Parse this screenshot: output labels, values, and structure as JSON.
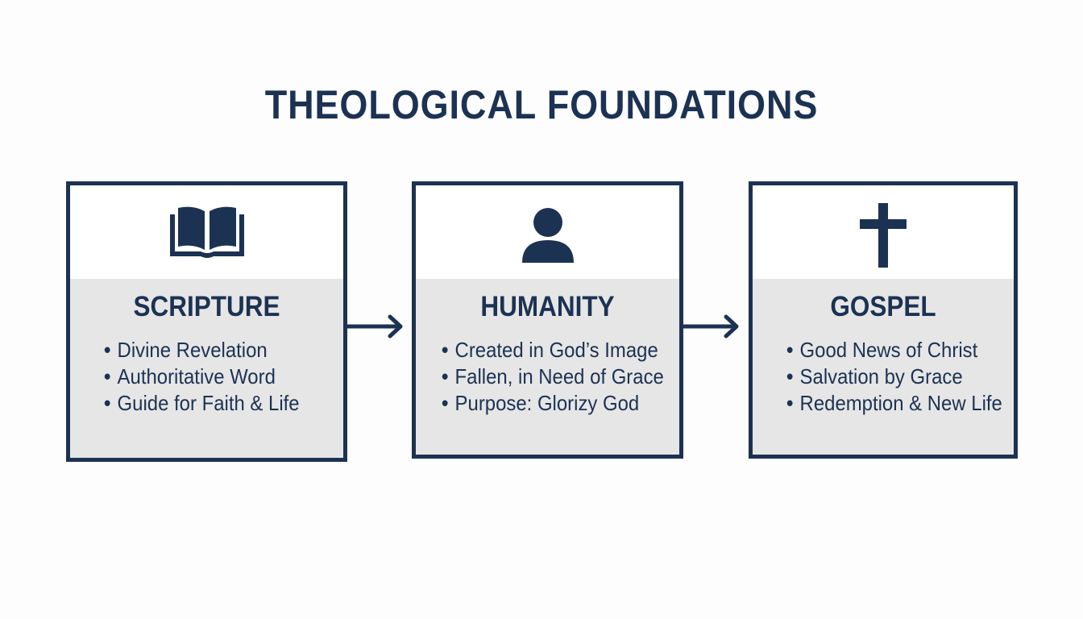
{
  "title": "THEOLOGICAL FOUNDATIONS",
  "colors": {
    "primary": "#1c3253",
    "panel": "#e6e6e6",
    "background": "#fdfdfd"
  },
  "cards": [
    {
      "icon": "open-book-icon",
      "heading": "SCRIPTURE",
      "items": [
        "Divine Revelation",
        "Authoritative Word",
        "Guide for Faith & Life"
      ]
    },
    {
      "icon": "person-icon",
      "heading": "HUMANITY",
      "items": [
        "Created in God’s Image",
        "Fallen, in Need of Grace",
        "Purpose: Glorizy God"
      ]
    },
    {
      "icon": "cross-icon",
      "heading": "GOSPEL",
      "items": [
        "Good News of Christ",
        "Salvation by Grace",
        "Redemption & New Life"
      ]
    }
  ],
  "bullet": "•"
}
